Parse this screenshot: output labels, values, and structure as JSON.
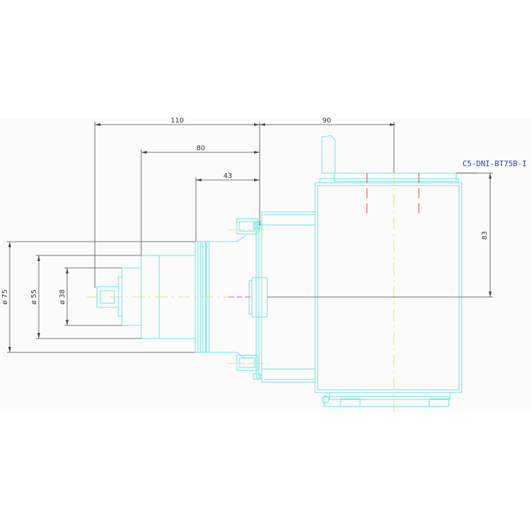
{
  "drawing": {
    "part_label": "C5-DNI-BT75B-I",
    "dimensions": {
      "length_110": "110",
      "length_90": "90",
      "length_80": "80",
      "length_43": "43",
      "height_83": "83",
      "dia_75": "ø 75",
      "dia_55": "ø 55",
      "dia_38": "ø 38"
    },
    "colors": {
      "outline": "#66e6e6",
      "dimension": "#444444",
      "centerline": "#f0e060",
      "hidden": "#e04040",
      "label": "#3333cc"
    }
  }
}
